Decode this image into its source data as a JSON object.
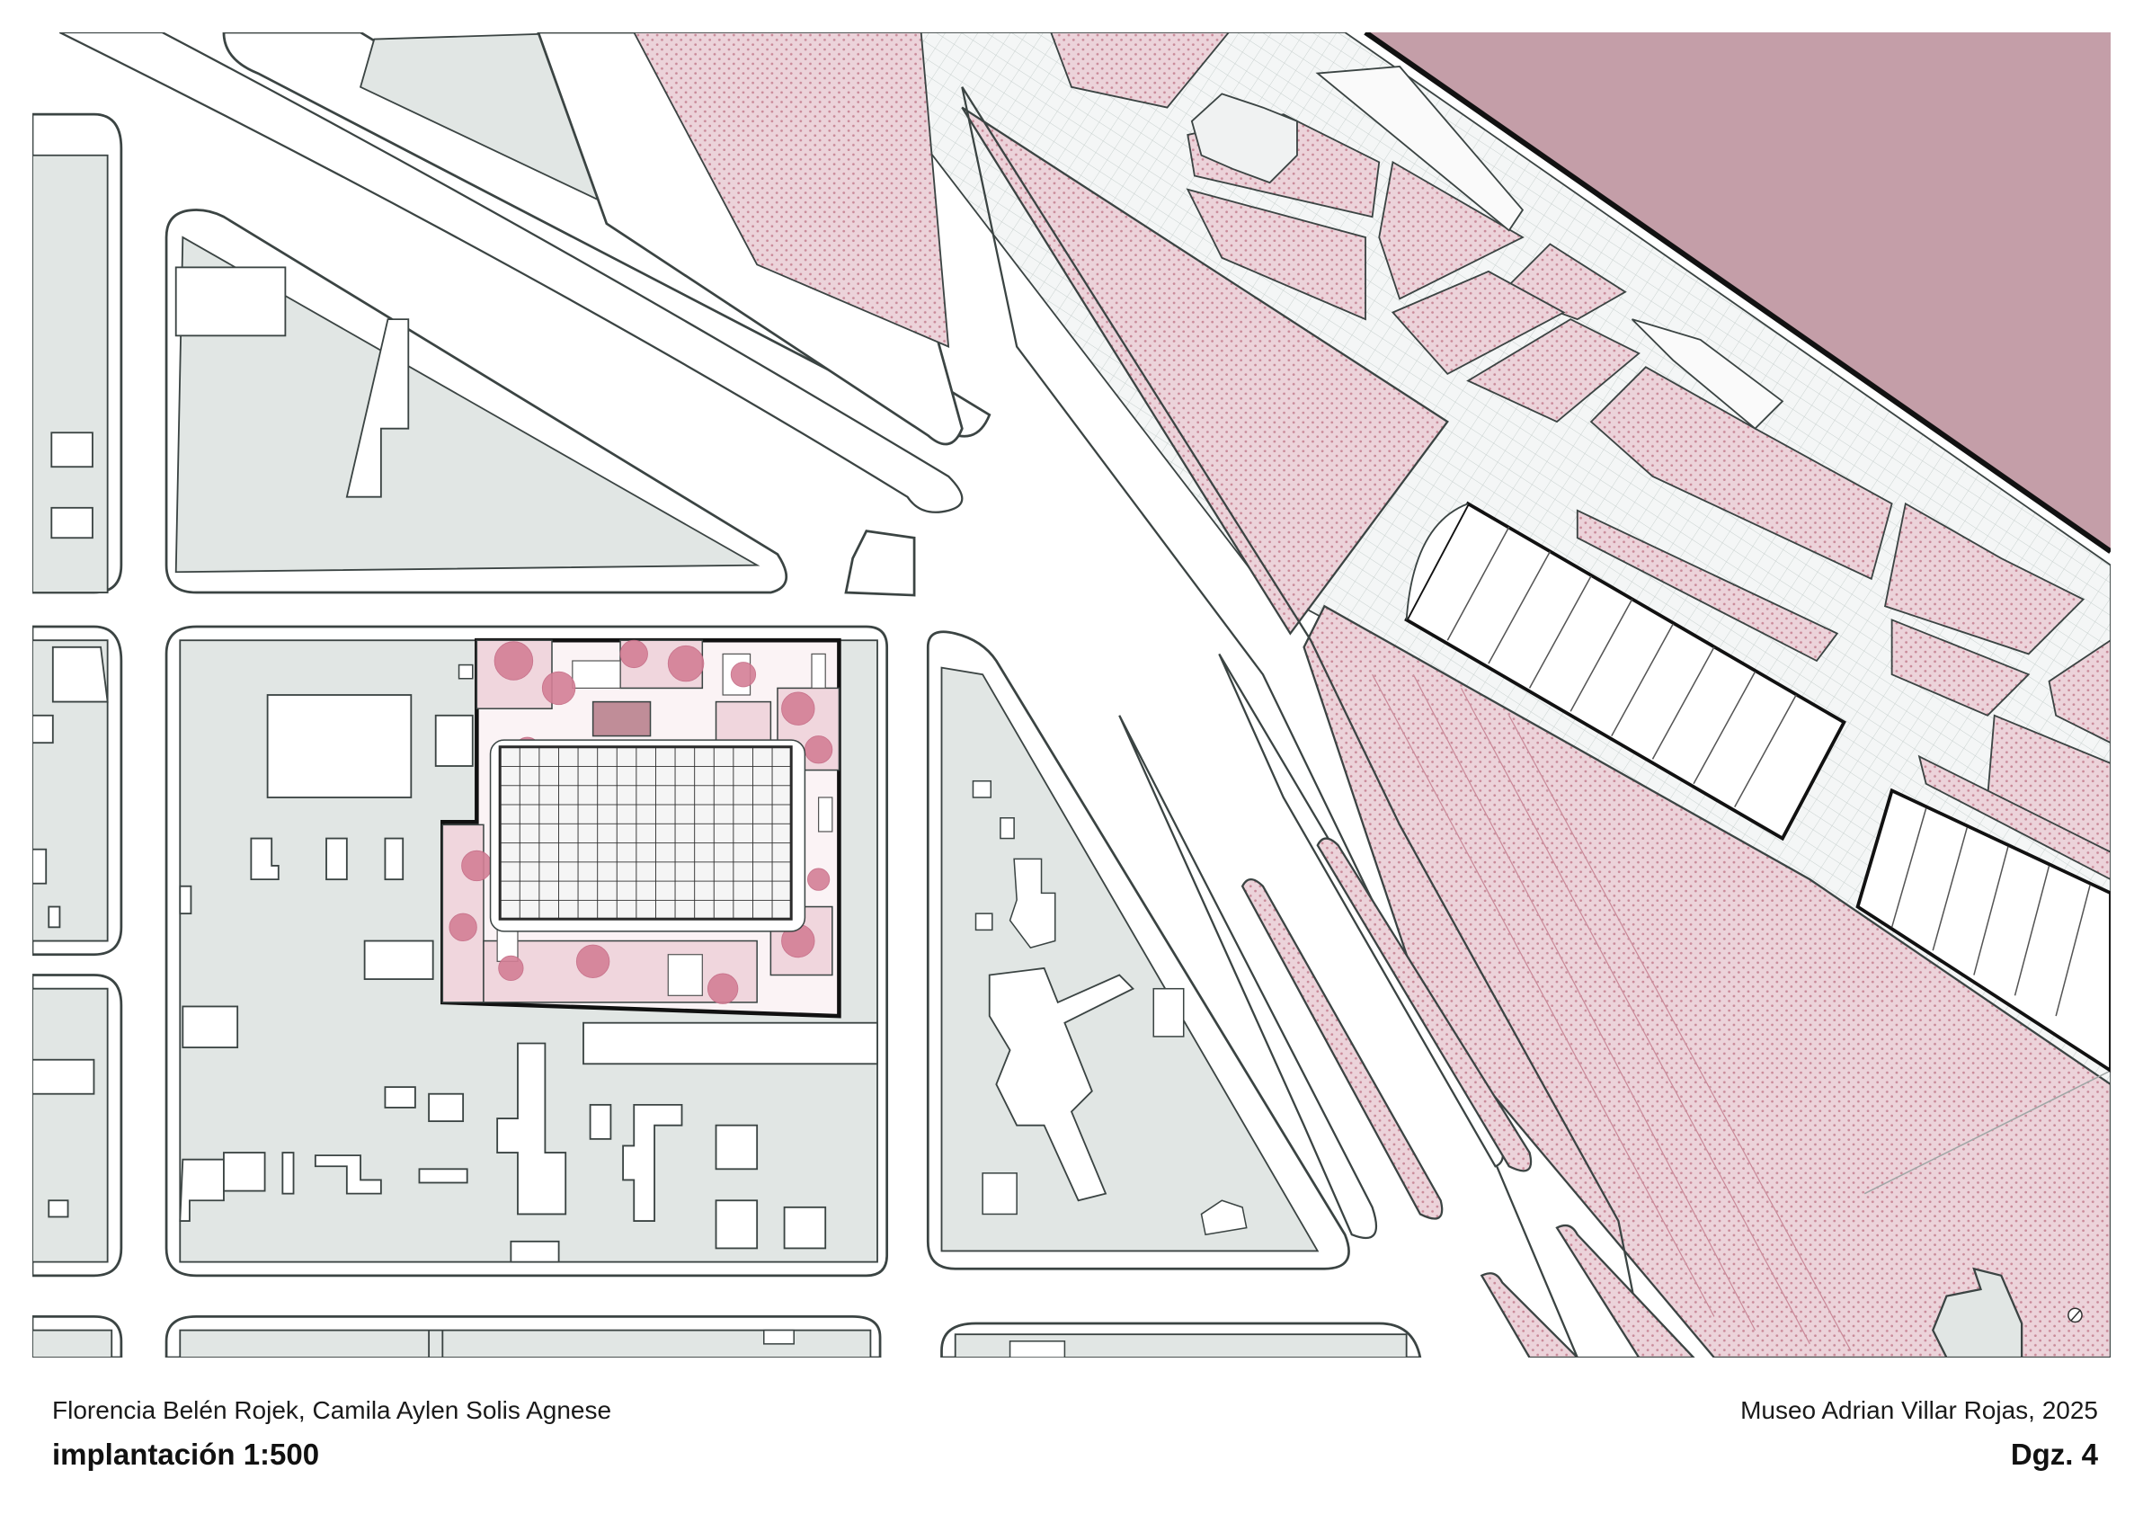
{
  "sheet": {
    "authors": "Florencia Belén Rojek, Camila Aylen Solis Agnese",
    "drawing_title": "implantación 1:500",
    "project": "Museo Adrian Villar Rojas, 2025",
    "sheet_number": "Dgz. 4"
  },
  "palette": {
    "block_fill": "#e1e6e4",
    "outline": "#3b4443",
    "park_pink": "#ecd3da",
    "river": "#c49ea8",
    "pink_dot": "#c98a99",
    "tree_pink": "#d47f96",
    "museum_red": "#c08d98"
  },
  "icons": {
    "north_arrow": "north-arrow-icon"
  }
}
